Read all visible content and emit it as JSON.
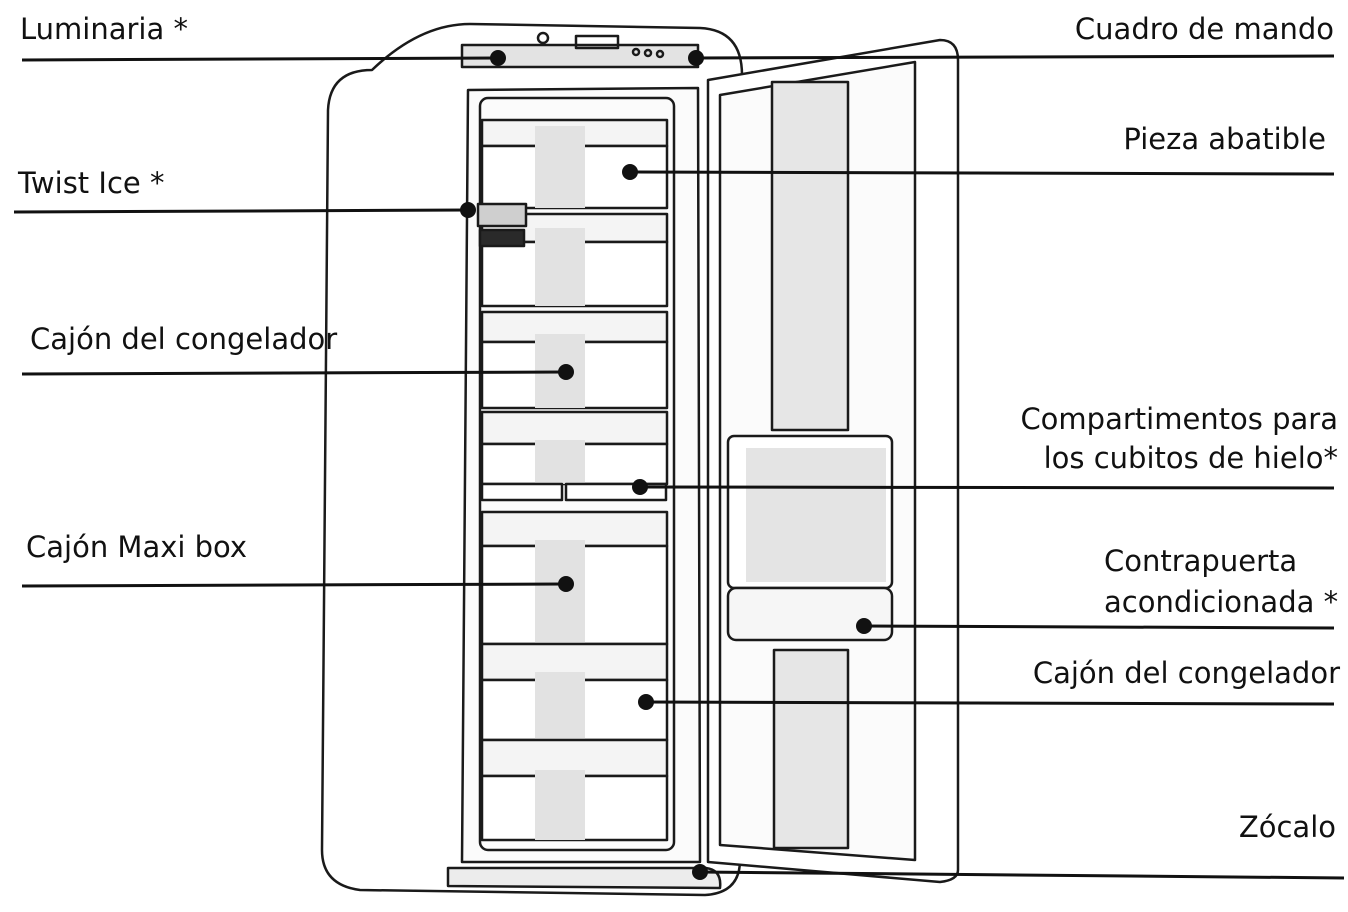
{
  "labels": {
    "luminaria": "Luminaria *",
    "twist_ice": "Twist Ice *",
    "cajon_congelador_left": "Cajón del congelador",
    "cajon_maxi_box": "Cajón Maxi box",
    "cuadro_de_mando": "Cuadro de mando",
    "pieza_abatible": "Pieza abatible",
    "compartimentos_line1": "Compartimentos para",
    "compartimentos_line2": "los cubitos de hielo*",
    "contrapuerta_line1": "Contrapuerta",
    "contrapuerta_line2": "acondicionada *",
    "cajon_congelador_right": "Cajón del congelador",
    "zocalo": "Zócalo"
  },
  "colors": {
    "ink": "#1a1a1a",
    "shade": "#d7d7d7",
    "light_shade": "#ececec",
    "background": "#ffffff"
  }
}
